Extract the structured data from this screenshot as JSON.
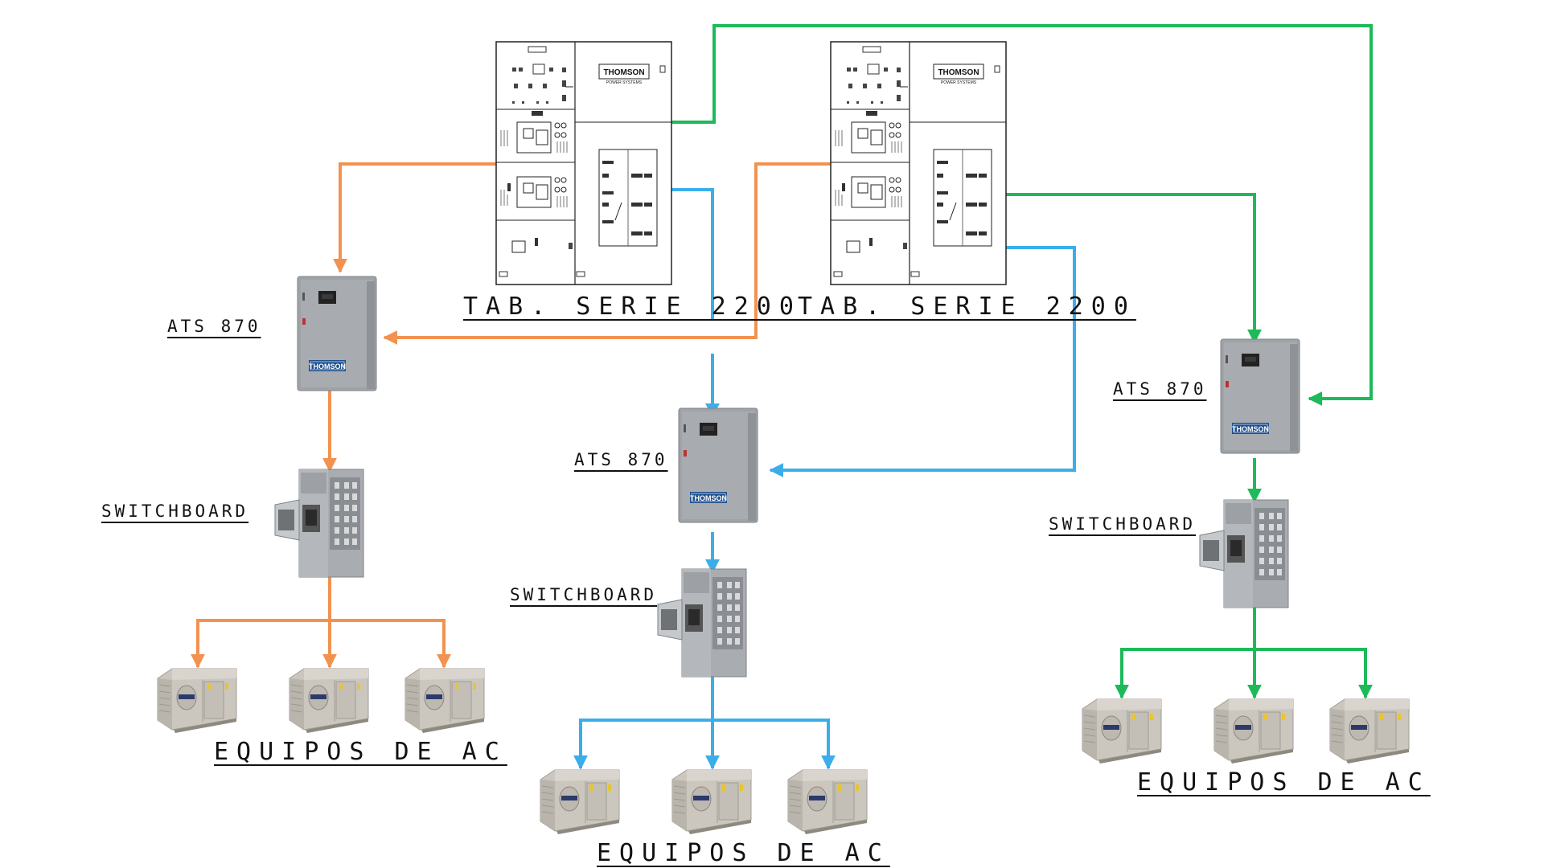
{
  "labels": {
    "panel_left": "TAB. SERIE 2200",
    "panel_right": "TAB. SERIE 2200",
    "ats_left": "ATS 870",
    "ats_center": "ATS 870",
    "ats_right": "ATS 870",
    "switchboard_left": "SWITCHBOARD",
    "switchboard_center": "SWITCHBOARD",
    "switchboard_right": "SWITCHBOARD",
    "equipos_left": "EQUIPOS DE AC",
    "equipos_center": "EQUIPOS DE AC",
    "equipos_right": "EQUIPOS DE AC"
  },
  "brand": {
    "panel_logo": "THOMSON",
    "panel_logo_sub": "POWER SYSTEMS",
    "ats_logo": "THOMSON"
  },
  "colors": {
    "orange": "#F29250",
    "blue": "#3BAEEA",
    "green": "#1DBA5A",
    "enclosure_gray": "#9ea2a6",
    "ac_unit": "#c8c3bb",
    "brand_blue": "#1f4e8c"
  },
  "icons": {
    "panel": "switchgear-panel-drawing",
    "ats": "transfer-switch-enclosure",
    "switchboard": "switchboard-cabinet",
    "ac_unit": "rooftop-ac-unit"
  }
}
